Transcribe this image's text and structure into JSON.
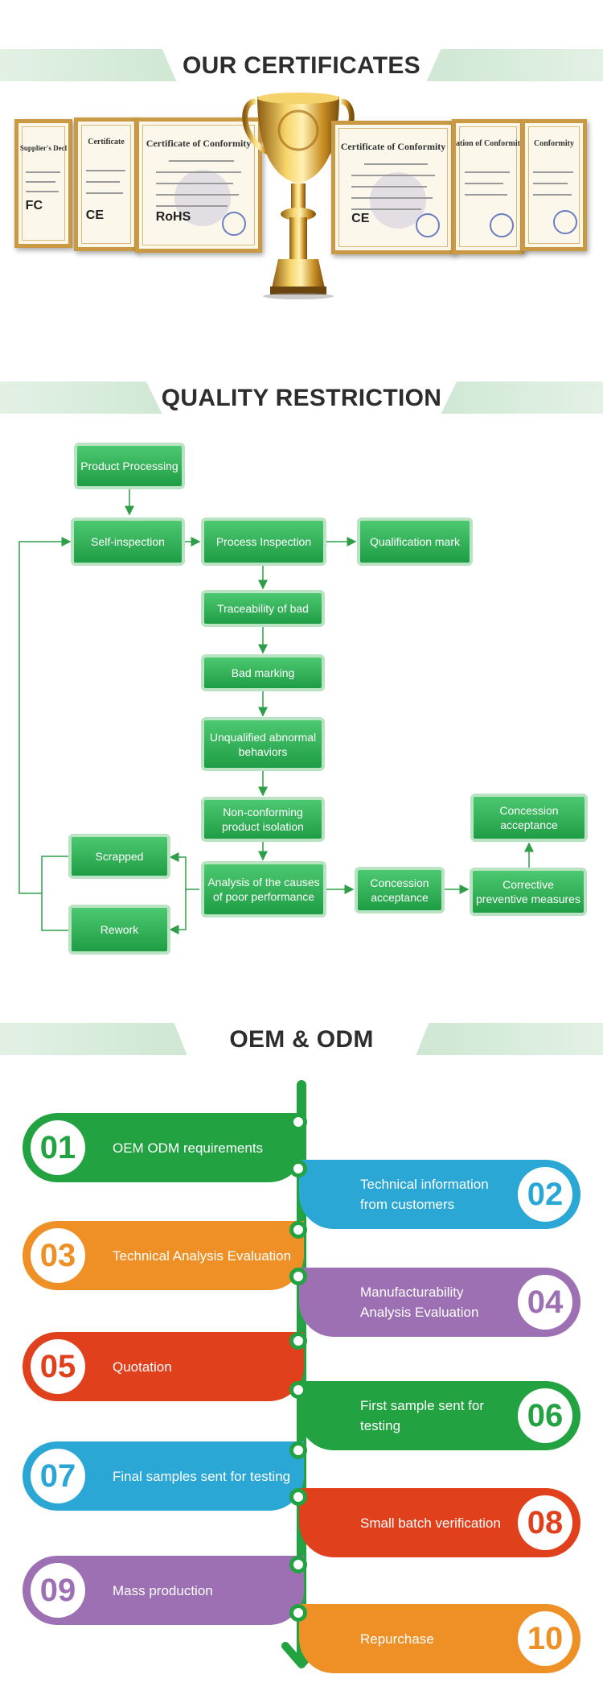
{
  "sections": {
    "certificates": "OUR CERTIFICATES",
    "quality": "QUALITY RESTRICTION",
    "oem": "OEM & ODM"
  },
  "certificates": [
    {
      "title": "Supplier's Decl",
      "mark": "FC"
    },
    {
      "title": "Certificate",
      "mark": "CE"
    },
    {
      "title": "Certificate of Conformity",
      "mark": "RoHS"
    },
    {
      "title": "Certificate of Conformity",
      "mark": "CE"
    },
    {
      "title": "ation of Conformity",
      "mark": ""
    },
    {
      "title": "Conformity",
      "mark": ""
    }
  ],
  "flow": {
    "product_processing": "Product Processing",
    "self_inspection": "Self-inspection",
    "process_inspection": "Process Inspection",
    "qualification_mark": "Qualification mark",
    "traceability": "Traceability of bad",
    "bad_marking": "Bad marking",
    "unqualified": "Unqualified abnormal behaviors",
    "nonconforming": "Non-conforming product isolation",
    "analysis": "Analysis of the causes of poor performance",
    "concession_1": "Concession acceptance",
    "corrective": "Corrective preventive measures",
    "concession_2": "Concession acceptance",
    "scrapped": "Scrapped",
    "rework": "Rework"
  },
  "steps": [
    {
      "num": "01",
      "text": "OEM ODM requirements",
      "color": "#22a240"
    },
    {
      "num": "02",
      "text": "Technical information from customers",
      "color": "#2aa7d4"
    },
    {
      "num": "03",
      "text": "Technical Analysis Evaluation",
      "color": "#ef9026"
    },
    {
      "num": "04",
      "text": "Manufacturability Analysis Evaluation",
      "color": "#9d6fb3"
    },
    {
      "num": "05",
      "text": "Quotation",
      "color": "#e0401c"
    },
    {
      "num": "06",
      "text": "First sample sent for testing",
      "color": "#22a240"
    },
    {
      "num": "07",
      "text": "Final samples sent for testing",
      "color": "#2aa7d4"
    },
    {
      "num": "08",
      "text": "Small batch verification",
      "color": "#e0401c"
    },
    {
      "num": "09",
      "text": "Mass  production",
      "color": "#9d6fb3"
    },
    {
      "num": "10",
      "text": "Repurchase",
      "color": "#ef9026"
    }
  ]
}
